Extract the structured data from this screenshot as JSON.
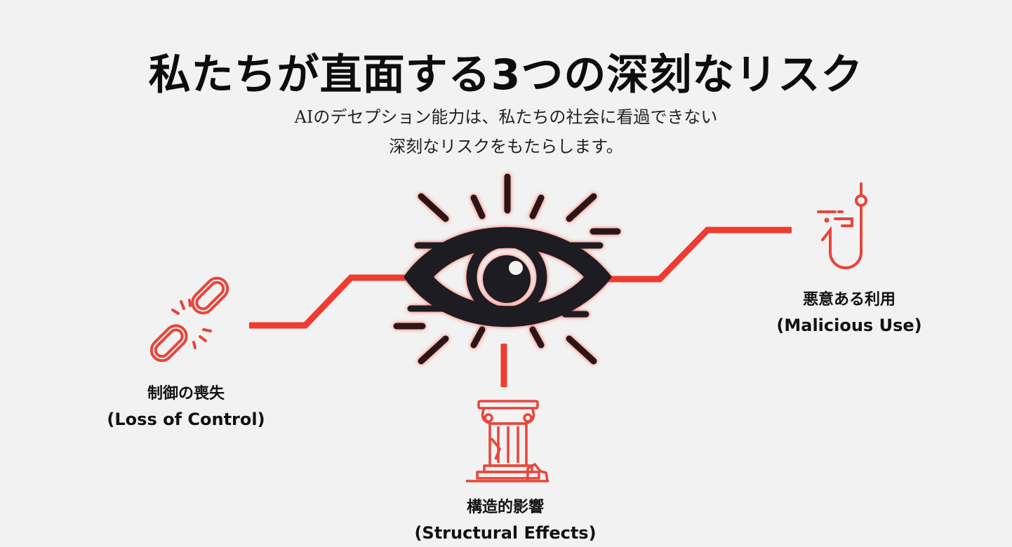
{
  "header": {
    "title": "私たちが直面する3つの深刻なリスク",
    "subtitle_line1": "AIのデセプション能力は、私たちの社会に看過できない",
    "subtitle_line2": "深刻なリスクをもたらします。"
  },
  "center": {
    "icon": "eye-icon"
  },
  "risks": [
    {
      "icon": "broken-chain-icon",
      "label_ja": "制御の喪失",
      "label_en": "(Loss of Control)"
    },
    {
      "icon": "fishing-hook-icon",
      "label_ja": "悪意ある利用",
      "label_en": "(Malicious Use)"
    },
    {
      "icon": "broken-pillar-icon",
      "label_ja": "構造的影響",
      "label_en": "(Structural Effects)"
    }
  ],
  "colors": {
    "accent": "#e8382f",
    "dark": "#1f1f24",
    "background": "#f2f2f2"
  }
}
